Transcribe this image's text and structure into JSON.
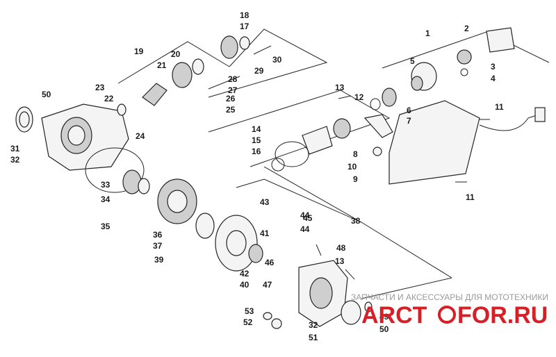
{
  "diagram": {
    "labels": [
      "1",
      "2",
      "3",
      "4",
      "5",
      "6",
      "7",
      "8",
      "9",
      "10",
      "11",
      "11",
      "12",
      "13",
      "13",
      "14",
      "15",
      "16",
      "17",
      "18",
      "19",
      "20",
      "21",
      "22",
      "23",
      "24",
      "25",
      "26",
      "27",
      "28",
      "29",
      "30",
      "31",
      "32",
      "32",
      "33",
      "34",
      "35",
      "36",
      "37",
      "38",
      "39",
      "40",
      "41",
      "42",
      "43",
      "44",
      "44",
      "45",
      "46",
      "47",
      "48",
      "49",
      "50",
      "50",
      "51",
      "52",
      "53"
    ]
  },
  "watermark": {
    "caption": "ЗАПЧАСТИ И АКСЕССУАРЫ ДЛЯ МОТОТЕХНИКИ",
    "brand_left": "ARCT",
    "brand_right": "FOR.RU",
    "brand_color": "#d71f27"
  }
}
